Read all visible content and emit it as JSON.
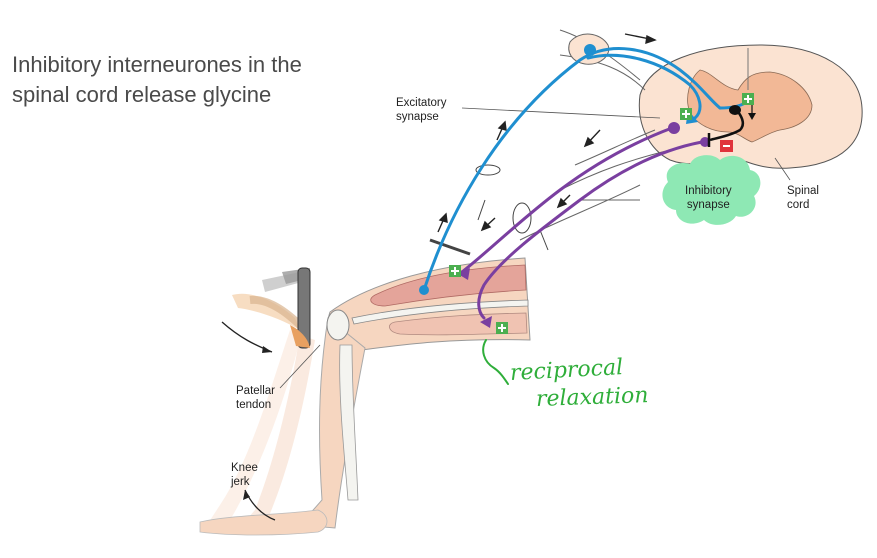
{
  "slide": {
    "title": "Inhibitory interneurones in the spinal cord release glycine"
  },
  "labels": {
    "excitatory_synapse": "Excitatory\nsynapse",
    "inhibitory_synapse": "Inhibitory\nsynapse",
    "spinal_cord": "Spinal\ncord",
    "patellar_tendon": "Patellar\ntendon",
    "knee_jerk": "Knee\njerk"
  },
  "annotation": {
    "line1": "reciprocal",
    "line2": "relaxation"
  },
  "colors": {
    "sensory_neuron": "#1f8fd0",
    "motor_neuron": "#7a3fa0",
    "excitatory": "#4caf50",
    "inhibitory": "#e0333c",
    "cord_grey_matter": "#f2b896",
    "cord_white_matter": "#fbe3d2",
    "leg_skin": "#f6d6c0",
    "inhibitory_cloud": "#8ee8b4",
    "annotation": "#2fae3a"
  }
}
